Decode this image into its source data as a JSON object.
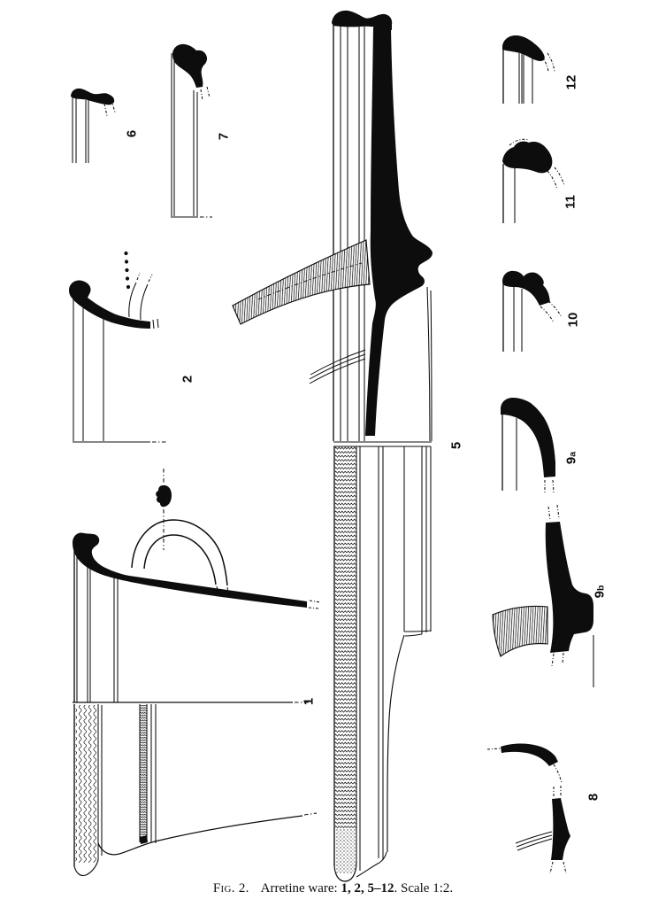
{
  "page": {
    "paper_color": "#ffffff",
    "ink_color": "#0d0d0d"
  },
  "caption": {
    "fig": "Fig. 2.",
    "pre": "Arretine ware: ",
    "items": "1, 2, 5–12",
    "post": ". Scale 1:2."
  },
  "labels": {
    "d1": {
      "main": "1",
      "suffix": ""
    },
    "d2": {
      "main": "2",
      "suffix": ""
    },
    "d5": {
      "main": "5",
      "suffix": ""
    },
    "d6": {
      "main": "6",
      "suffix": ""
    },
    "d7": {
      "main": "7",
      "suffix": ""
    },
    "d8": {
      "main": "8",
      "suffix": ""
    },
    "d9a": {
      "main": "9",
      "suffix": "a"
    },
    "d9b": {
      "main": "9",
      "suffix": "b"
    },
    "d10": {
      "main": "10",
      "suffix": ""
    },
    "d11": {
      "main": "11",
      "suffix": ""
    },
    "d12": {
      "main": "12",
      "suffix": ""
    }
  }
}
